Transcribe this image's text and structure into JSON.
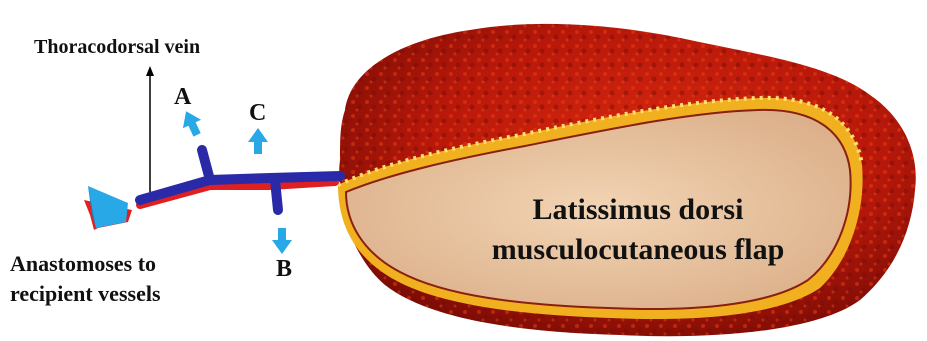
{
  "labels": {
    "vein": "Thoracodorsal vein",
    "branch_a": "A",
    "branch_b": "B",
    "branch_c": "C",
    "anastomoses_line1": "Anastomoses to",
    "anastomoses_line2": "recipient vessels",
    "flap_line1": "Latissimus dorsi",
    "flap_line2": "musculocutaneous flap"
  },
  "colors": {
    "vein": "#2a2aa8",
    "artery": "#e02020",
    "arrow": "#29a8e8",
    "muscle_dark": "#9c1208",
    "muscle_mid": "#c8200e",
    "fat": "#f0b020",
    "skin": "#e8c4a0"
  }
}
